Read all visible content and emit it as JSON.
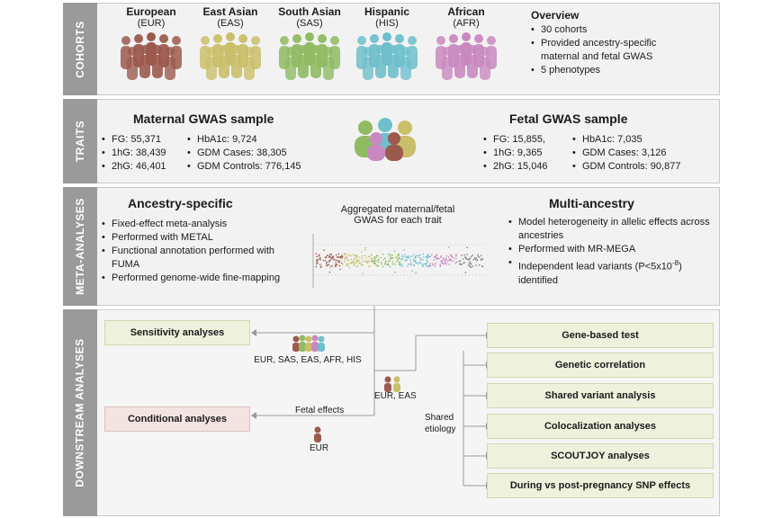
{
  "sections": {
    "cohorts": "COHORTS",
    "traits": "TRAITS",
    "meta": "META-ANALYSES",
    "downstream": "DOWNSTREAM ANALYSES"
  },
  "cohorts": [
    {
      "name": "European",
      "code": "(EUR)",
      "color": "#9c5a4e",
      "icon": "people-group-icon"
    },
    {
      "name": "East Asian",
      "code": "(EAS)",
      "color": "#c9bf6a",
      "icon": "people-group-icon"
    },
    {
      "name": "South Asian",
      "code": "(SAS)",
      "color": "#8fbb63",
      "icon": "people-group-icon"
    },
    {
      "name": "Hispanic",
      "code": "(HIS)",
      "color": "#6fbfcc",
      "icon": "people-group-icon"
    },
    {
      "name": "African",
      "code": "(AFR)",
      "color": "#c989c0",
      "icon": "people-group-icon"
    }
  ],
  "overview": {
    "title": "Overview",
    "items": [
      "30 cohorts",
      "Provided ancestry-specific maternal and fetal GWAS",
      "5 phenotypes"
    ]
  },
  "maternal": {
    "title": "Maternal GWAS sample",
    "col1": [
      "FG: 55,371",
      "1hG: 38,439",
      "2hG: 46,401"
    ],
    "col2": [
      "HbA1c: 9,724",
      "GDM Cases: 38,305",
      "GDM Controls: 776,145"
    ]
  },
  "fetal": {
    "title": "Fetal GWAS sample",
    "col1": [
      "FG: 15,855,",
      "1hG: 9,365",
      "2hG: 15,046"
    ],
    "col2": [
      "HbA1c: 7,035",
      "GDM Cases: 3,126",
      "GDM Controls: 90,877"
    ]
  },
  "ancestry_specific": {
    "title": "Ancestry-specific",
    "items": [
      "Fixed-effect meta-analysis",
      "Performed with METAL",
      "Functional annotation performed with FUMA",
      "Performed genome-wide fine-mapping"
    ]
  },
  "aggregated": {
    "line1": "Aggregated maternal/fetal",
    "line2": "GWAS for each trait"
  },
  "multi_ancestry": {
    "title": "Multi-ancestry",
    "items": [
      "Model heterogeneity in allelic effects across ancestries",
      "Performed with MR-MEGA"
    ],
    "last_item_prefix": "Independent lead variants (P<5x10",
    "last_item_sup": "-8",
    "last_item_suffix": ")",
    "last_item_line2": "identified"
  },
  "downstream": {
    "sensitivity": "Sensitivity analyses",
    "sensitivity_pop": "EUR, SAS, EAS, AFR, HIS",
    "conditional": "Conditional analyses",
    "fetal_effects": "Fetal effects",
    "conditional_pop": "EUR",
    "shared_pop": "EUR, EAS",
    "shared_line1": "Shared",
    "shared_line2": "etiology",
    "right_boxes": [
      "Gene-based test",
      "Genetic correlation",
      "Shared variant analysis",
      "Colocalization analyses",
      "SCOUTJOY analyses",
      "During vs post-pregnancy SNP effects"
    ]
  }
}
